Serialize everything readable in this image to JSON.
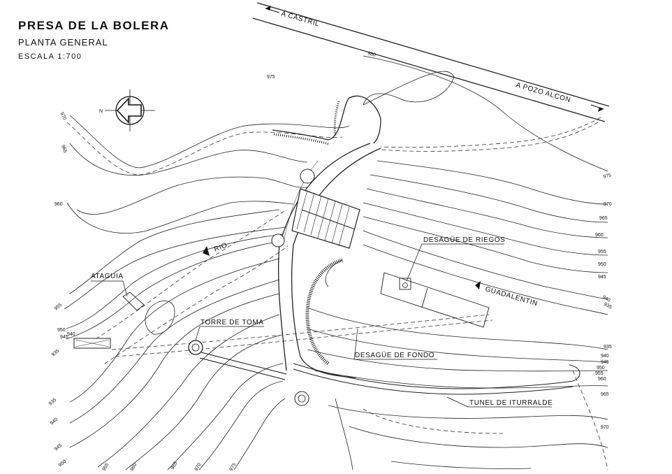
{
  "title": {
    "main": "PRESA DE LA BOLERA",
    "sub": "PLANTA GENERAL",
    "scale": "ESCALA 1:700"
  },
  "north_label": "N",
  "labels": {
    "road_castril": "A CASTRIL",
    "road_pozo_alcon": "A POZO ALCON",
    "rio": "RIO",
    "guadalentin": "GUADALENTIN",
    "desague_riegos": "DESAGÜE DE RIEGOS",
    "ataguia": "ATAGUIA",
    "torre_toma": "TORRE DE TOMA",
    "desague_fondo": "DESAGÜE DE FONDO",
    "tunel": "TUNEL DE ITURRALDE"
  },
  "elevations": {
    "e975_top": "975",
    "e980": "980",
    "e970_left": "970",
    "e965_left": "965",
    "e960_left": "960",
    "e955_left": "955",
    "e950_left": "950",
    "e945_left": "945",
    "e940_left": "940",
    "e935_left": "935",
    "e975_r": "975",
    "e970_r": "970",
    "e965_r": "965",
    "e960_r": "960",
    "e955_r": "955",
    "e950_r": "950",
    "e945_r": "945",
    "e940_r": "940",
    "e935_r": "935",
    "e935_b": "935",
    "e940_b": "940",
    "e945_b": "945",
    "e950_b": "950",
    "e955_b": "955",
    "e960_b": "960",
    "e965_b": "965",
    "e970_b": "970",
    "e975_b": "975",
    "e935_lr": "935",
    "e940_lr": "940",
    "e945_lr": "945",
    "e950_lr": "950",
    "e955_lr": "955",
    "e960_lr": "960",
    "e965_lr": "965",
    "e970_lr": "970"
  }
}
